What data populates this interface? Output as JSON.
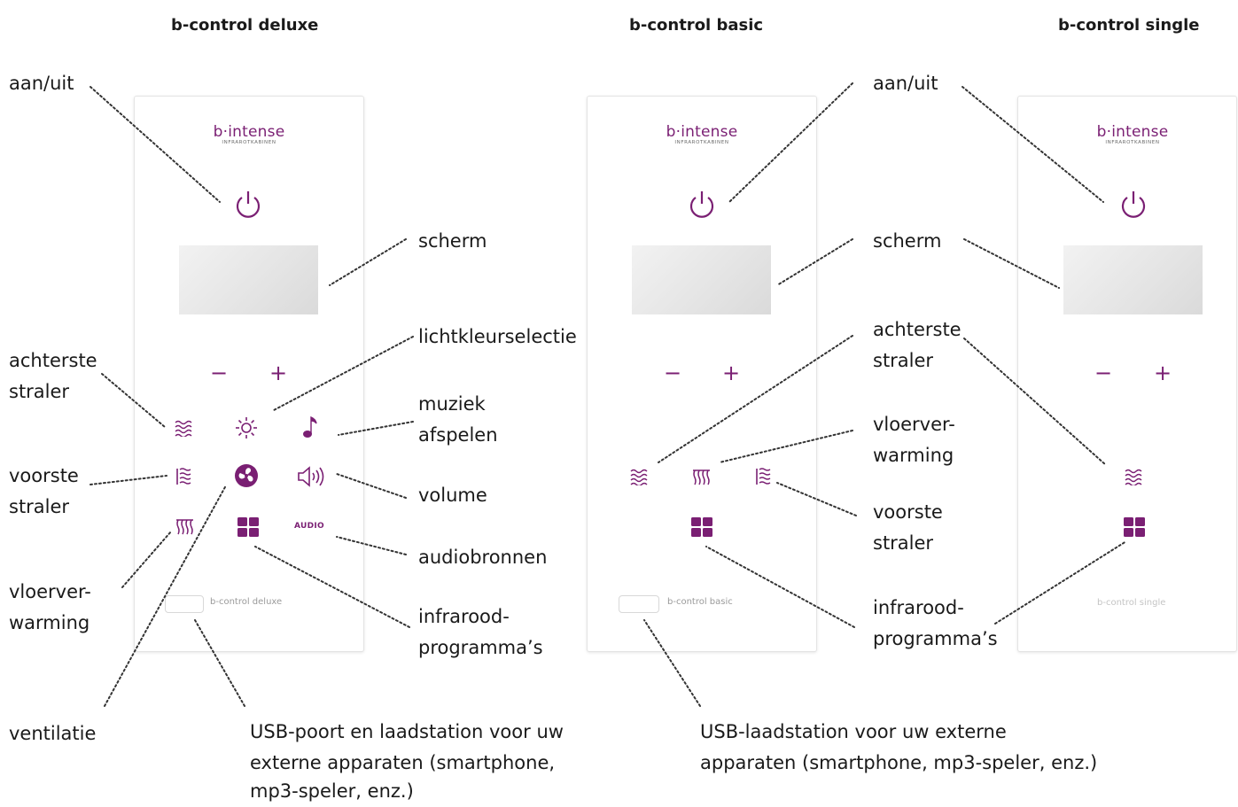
{
  "titles": {
    "deluxe": "b-control deluxe",
    "basic": "b-control basic",
    "single": "b-control single"
  },
  "panel_brand": "b·intense",
  "panel_brand_sub": "INFRAROTKABINEN",
  "panel_minus": "−",
  "panel_plus": "+",
  "panel_audio": "AUDIO",
  "panel_names": {
    "deluxe": "b-control deluxe",
    "basic": "b-control basic",
    "single": "b-control single"
  },
  "labels": {
    "aan_uit_1": "aan/uit",
    "achterste_1a": "achterste",
    "achterste_1b": "straler",
    "voorste_1a": "voorste",
    "voorste_1b": "straler",
    "vloer_1a": "vloerver-",
    "vloer_1b": "warming",
    "ventilatie": "ventilatie",
    "scherm_1": "scherm",
    "lichtkleur": "lichtkleurselectie",
    "muziek_a": "muziek",
    "muziek_b": "afspelen",
    "volume": "volume",
    "audiobronnen": "audiobronnen",
    "infra_1a": "infrarood-",
    "infra_1b": "programma’s",
    "usb_1a": "USB-poort en laadstation voor uw",
    "usb_1b": "externe apparaten (smartphone,",
    "usb_1c": "mp3-speler, enz.)",
    "aan_uit_2": "aan/uit",
    "scherm_2": "scherm",
    "achterste_2a": "achterste",
    "achterste_2b": "straler",
    "vloer_2a": "vloerver-",
    "vloer_2b": "warming",
    "voorste_2a": "voorste",
    "voorste_2b": "straler",
    "infra_2a": "infrarood-",
    "infra_2b": "programma’s",
    "usb_2a": "USB-laadstation voor uw externe",
    "usb_2b": "apparaten (smartphone, mp3-speler, enz.)"
  },
  "colors": {
    "accent": "#7a1f73",
    "text": "#1a1a1a",
    "leader": "#333333"
  },
  "icons": [
    "power-icon",
    "rear-heater-icon",
    "light-icon",
    "music-note-icon",
    "front-heater-icon",
    "fan-icon",
    "speaker-icon",
    "floor-heating-icon",
    "grid-icon"
  ]
}
